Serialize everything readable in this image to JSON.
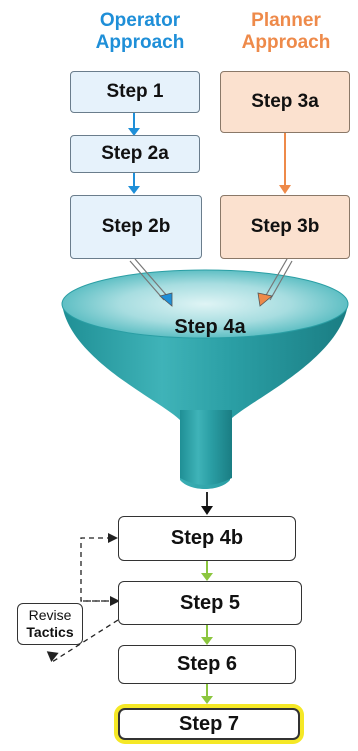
{
  "headings": {
    "operator": [
      "Operator",
      "Approach"
    ],
    "planner": [
      "Planner",
      "Approach"
    ]
  },
  "colors": {
    "operator_heading": "#1f8fd8",
    "planner_heading": "#ee8a4a",
    "highlight": "#f5e826",
    "green_arrow": "#8cc63f",
    "funnel": "#2aa0a6"
  },
  "steps": {
    "step1": "Step 1",
    "step2a": "Step 2a",
    "step2b": "Step 2b",
    "step3a": "Step 3a",
    "step3b": "Step 3b",
    "step4a": "Step 4a",
    "step4b": "Step 4b",
    "step5": "Step 5",
    "step6": "Step 6",
    "step7": "Step 7"
  },
  "revise": {
    "line1": "Revise",
    "line2": "Tactics"
  }
}
